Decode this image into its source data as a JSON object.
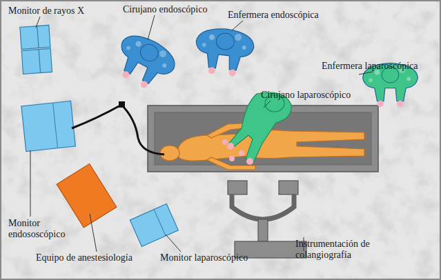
{
  "diagram": {
    "labels": [
      "Monitor de rayos X",
      "Cirujano endoscópico",
      "Enfermera endoscópica",
      "Enfermera laparoscópica",
      "Cirujano laparoscópico",
      "Monitor endososcópico",
      "Equipo de anestesiología",
      "Monitor laparoscópico",
      "Instrumentación de colangiografía"
    ]
  }
}
